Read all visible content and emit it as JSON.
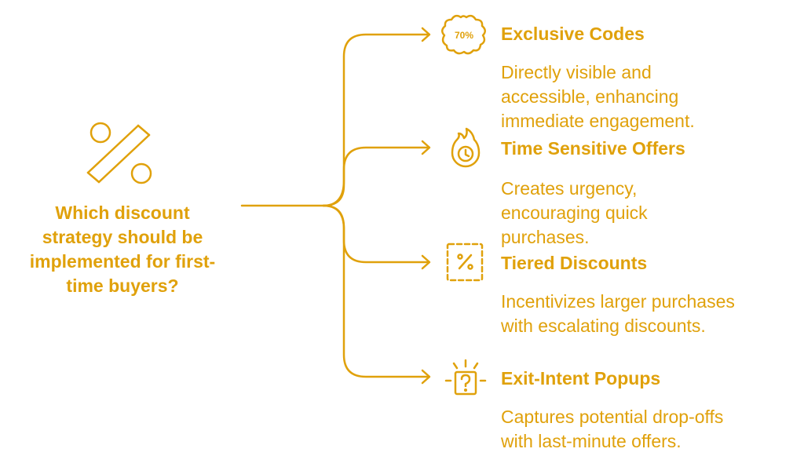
{
  "question": {
    "lines": [
      "Which discount",
      "strategy should be",
      "implemented for first-",
      "time buyers?"
    ],
    "icon": "percent-icon"
  },
  "options": [
    {
      "title": "Exclusive Codes",
      "icon": "badge-70-percent-icon",
      "badge_text": "70%",
      "description": [
        "Directly visible and",
        "accessible, enhancing",
        "immediate engagement."
      ]
    },
    {
      "title": "Time Sensitive Offers",
      "icon": "burning-clock-icon",
      "description": [
        "Creates urgency,",
        "encouraging quick",
        "purchases."
      ]
    },
    {
      "title": "Tiered Discounts",
      "icon": "dashed-percent-box-icon",
      "description": [
        "Incentivizes larger purchases",
        "with escalating discounts."
      ]
    },
    {
      "title": "Exit-Intent Popups",
      "icon": "popup-question-icon",
      "description": [
        "Captures potential drop-offs",
        "with last-minute offers."
      ]
    }
  ],
  "colors": {
    "accent": "#e0a10b"
  }
}
